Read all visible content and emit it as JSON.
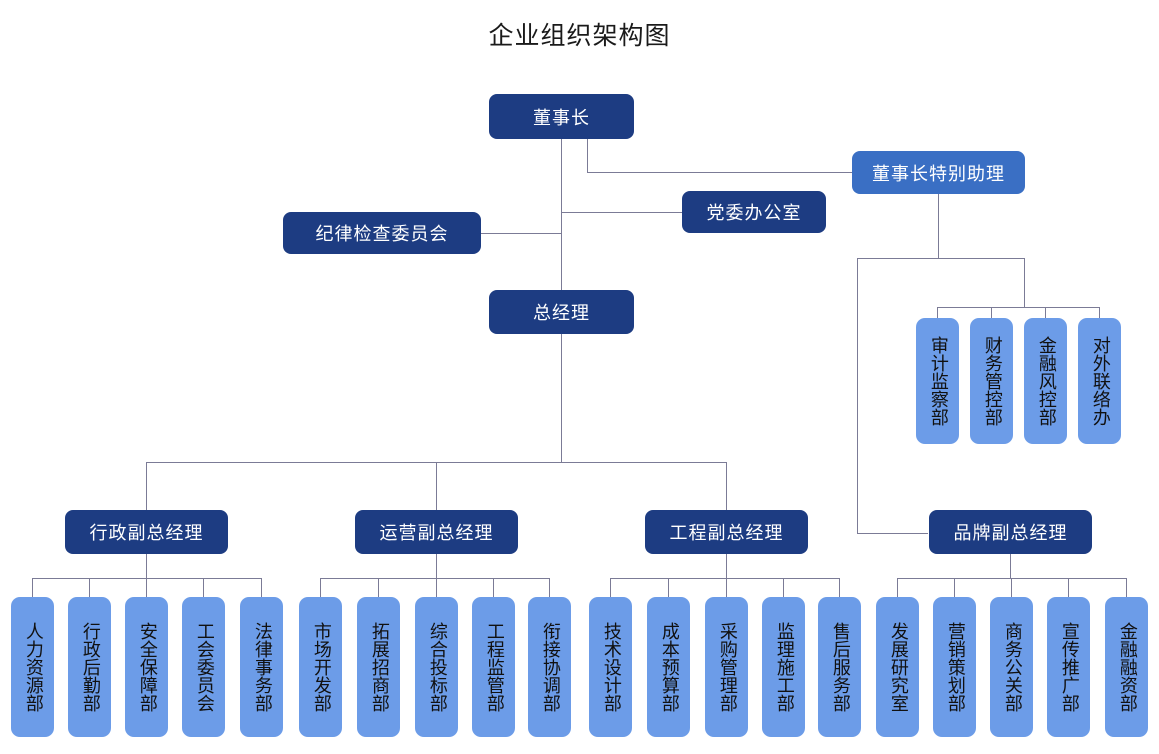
{
  "title": "企业组织架构图",
  "palette": {
    "navy": "#1d3c82",
    "mid": "#3a6fc4",
    "light": "#6c9ce8",
    "connector": "#7b7b96",
    "background": "#ffffff",
    "title_color": "#1a1a1a"
  },
  "chart_data": {
    "type": "diagram",
    "subtype": "org-chart",
    "title": "企业组织架构图",
    "levels": 4,
    "node_count": 31
  },
  "nodes": {
    "chairman": {
      "label": "董事长",
      "level": 0,
      "style": "navy"
    },
    "chairman_assistant": {
      "label": "董事长特别助理",
      "level": 1,
      "style": "mid"
    },
    "party_office": {
      "label": "党委办公室",
      "level": 1,
      "style": "navy"
    },
    "discipline_committee": {
      "label": "纪律检查委员会",
      "level": 1,
      "style": "navy"
    },
    "general_manager": {
      "label": "总经理",
      "level": 1,
      "style": "navy"
    }
  },
  "assistant_departments": [
    {
      "label": "审计监察部",
      "style": "light"
    },
    {
      "label": "财务管控部",
      "style": "light"
    },
    {
      "label": "金融风控部",
      "style": "light"
    },
    {
      "label": "对外联络办",
      "style": "light"
    }
  ],
  "vice_presidents": [
    {
      "label": "行政副总经理",
      "style": "navy",
      "departments": [
        {
          "label": "人力资源部"
        },
        {
          "label": "行政后勤部"
        },
        {
          "label": "安全保障部"
        },
        {
          "label": "工会委员会"
        },
        {
          "label": "法律事务部"
        }
      ]
    },
    {
      "label": "运营副总经理",
      "style": "navy",
      "departments": [
        {
          "label": "市场开发部"
        },
        {
          "label": "拓展招商部"
        },
        {
          "label": "综合投标部"
        },
        {
          "label": "工程监管部"
        },
        {
          "label": "衔接协调部"
        }
      ]
    },
    {
      "label": "工程副总经理",
      "style": "navy",
      "departments": [
        {
          "label": "技术设计部"
        },
        {
          "label": "成本预算部"
        },
        {
          "label": "采购管理部"
        },
        {
          "label": "监理施工部"
        },
        {
          "label": "售后服务部"
        }
      ]
    },
    {
      "label": "品牌副总经理",
      "style": "navy",
      "departments": [
        {
          "label": "发展研究室"
        },
        {
          "label": "营销策划部"
        },
        {
          "label": "商务公关部"
        },
        {
          "label": "宣传推广部"
        },
        {
          "label": "金融融资部"
        }
      ]
    }
  ]
}
